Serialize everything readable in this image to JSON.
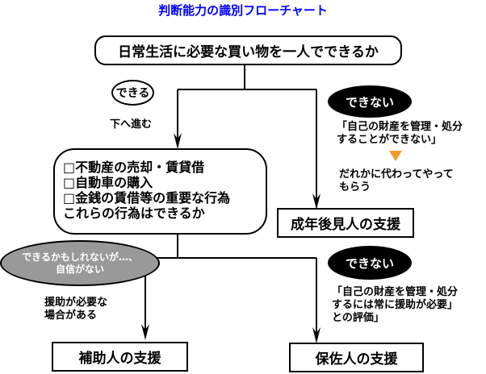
{
  "title": "判断能力の識別フローチャート",
  "q1": "日常生活に必要な買い物を一人でできるか",
  "yes1": "できる",
  "go_down": "下へ進む",
  "no1": {
    "label": "できない",
    "desc": "「自己の財産を管理・処分\nすることができない」",
    "result_note": "だれかに代わってやって\nもらう"
  },
  "q2": {
    "items": [
      "□不動産の売却・賃貸借",
      "□自動車の購入",
      "□金銭の賃借等の重要な行為"
    ],
    "question": "これらの行為はできるか"
  },
  "guardian": "成年後見人の支援",
  "maybe": {
    "label": "できるかもしれないが…、\n自信がない",
    "note": "援助が必要な\n場合がある"
  },
  "no2": {
    "label": "できない",
    "desc": "「自己の財産を管理・処分\nするには常に援助が必要」\nとの評価」"
  },
  "assistant": "補助人の支援",
  "curator": "保佐人の支援",
  "colors": {
    "title": "#0000ff",
    "maybe_fill": "#999999",
    "triangle": "#f39a2e"
  }
}
